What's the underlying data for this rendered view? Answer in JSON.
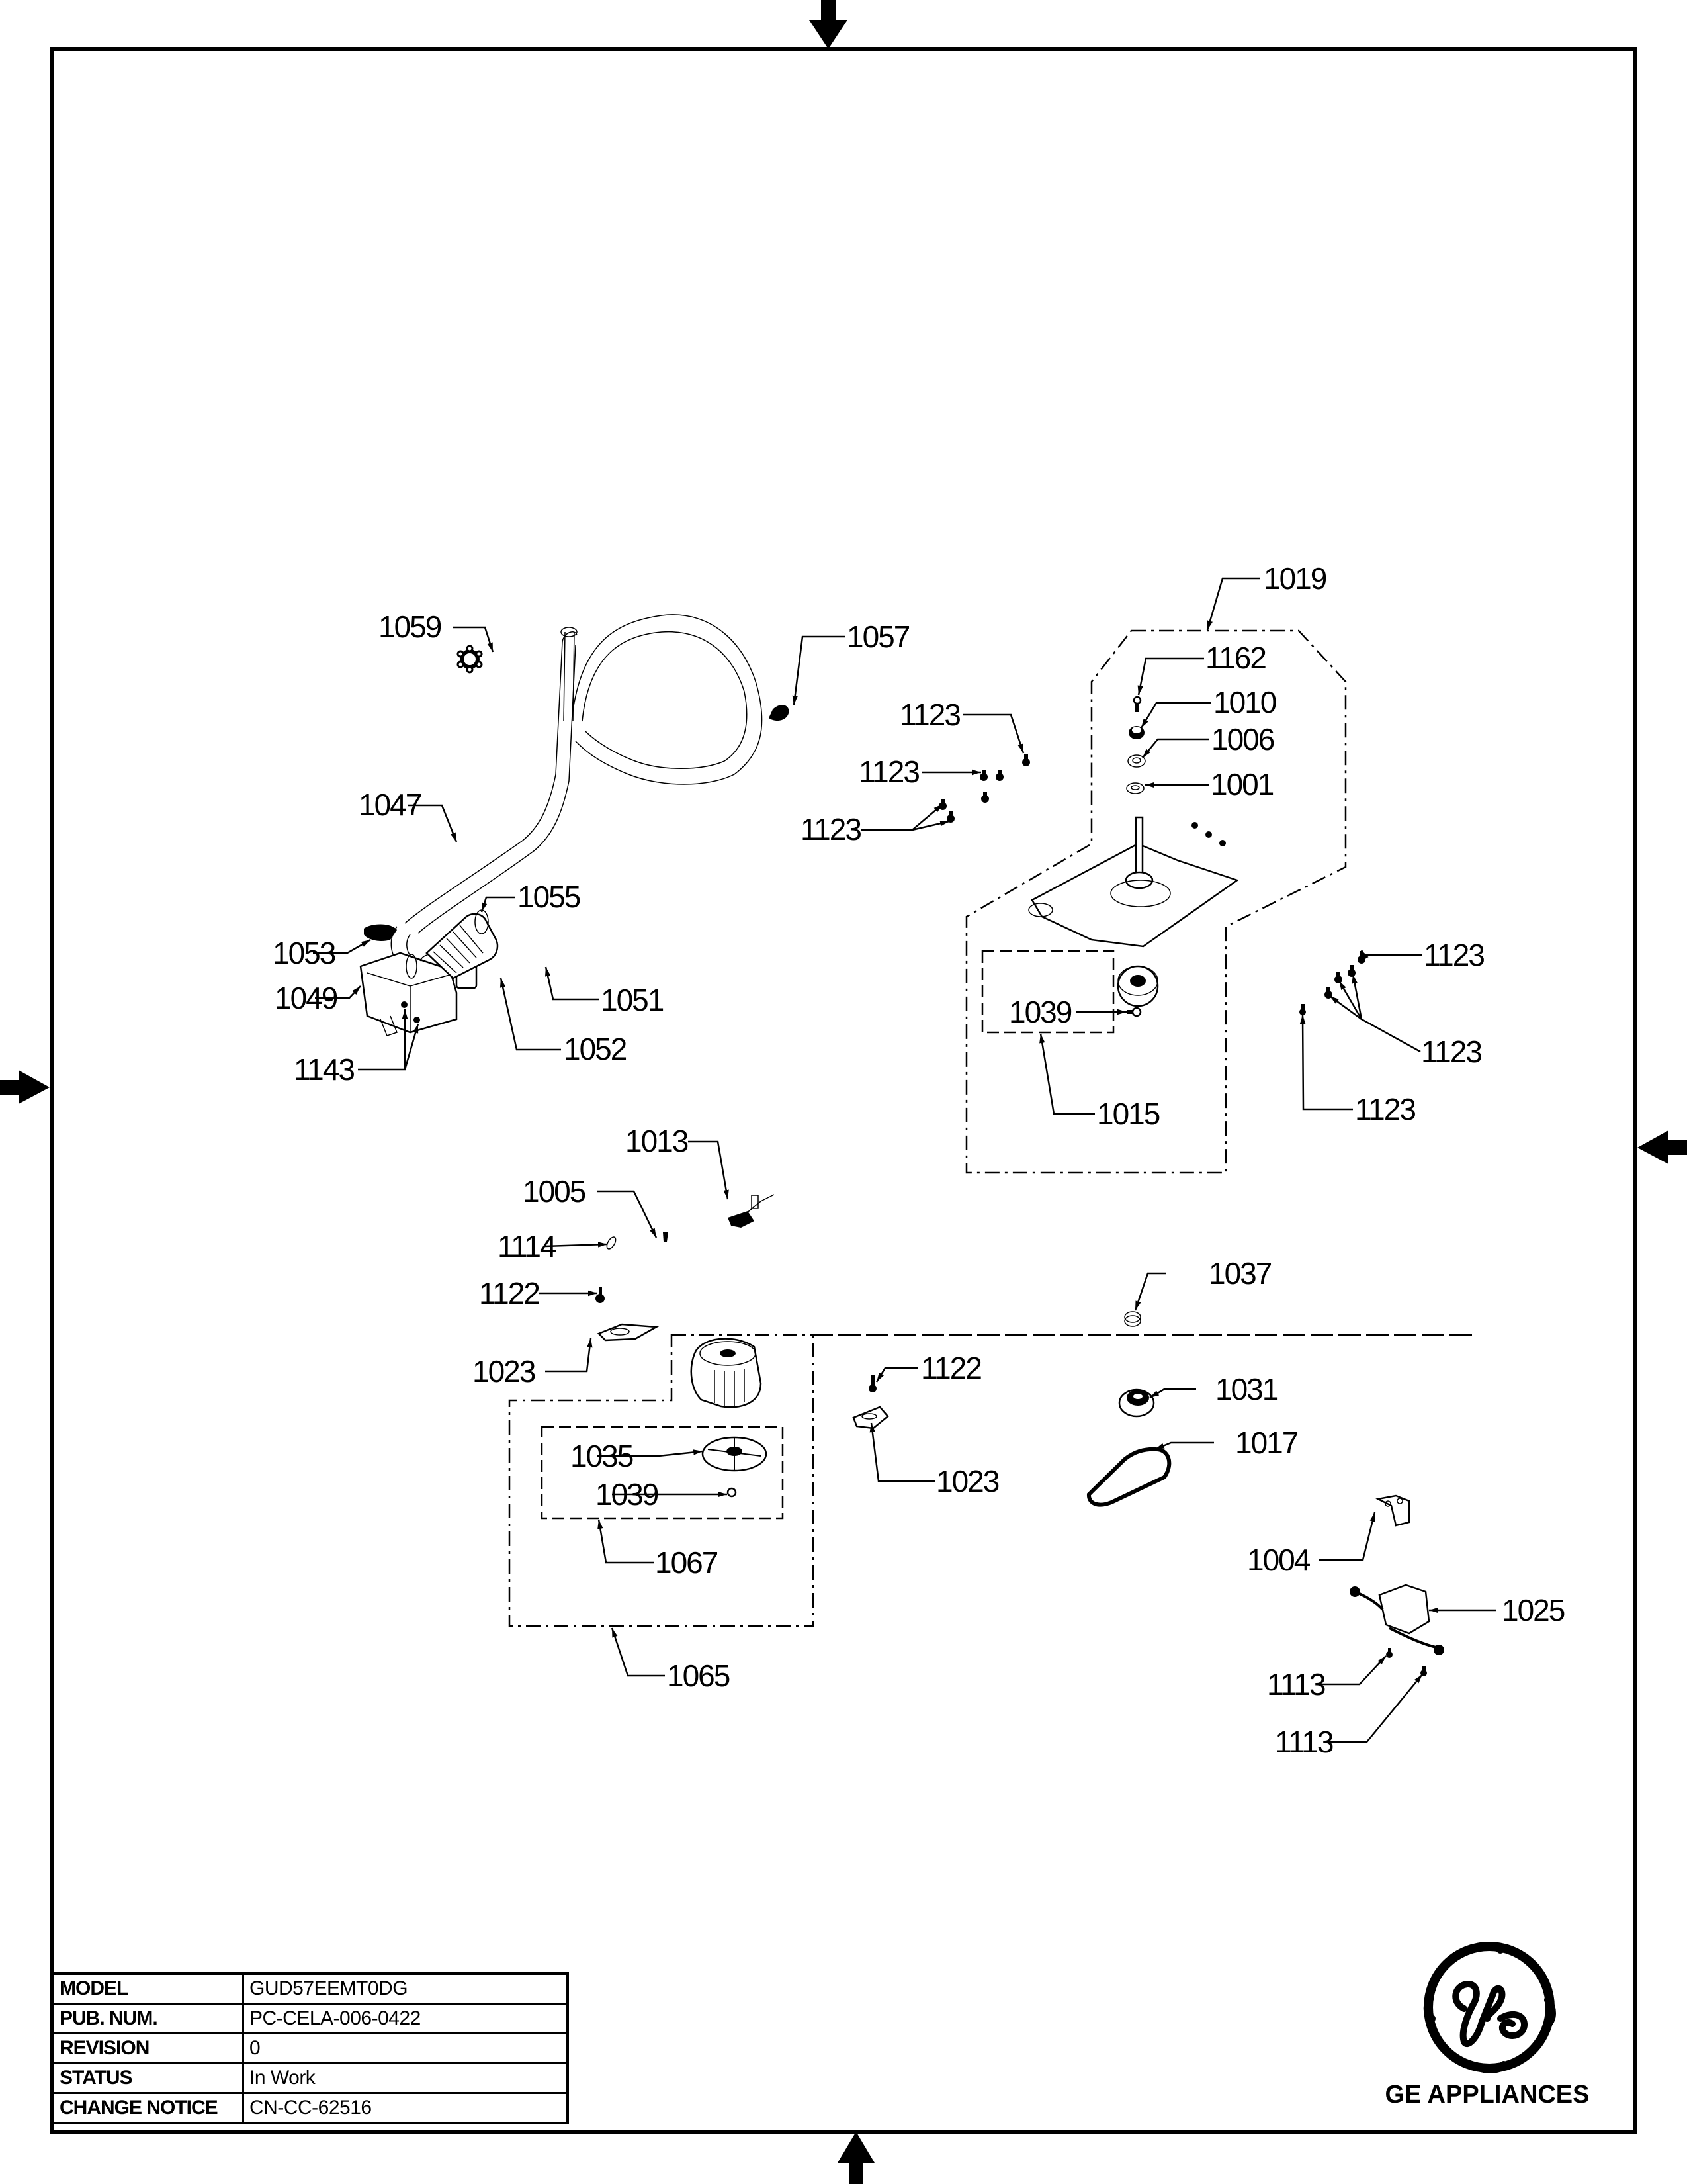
{
  "document": {
    "type": "exploded parts diagram",
    "brand": "GE APPLIANCES"
  },
  "title_block": {
    "rows": [
      {
        "label": "MODEL",
        "value": "GUD57EEMT0DG"
      },
      {
        "label": "PUB. NUM.",
        "value": "PC-CELA-006-0422"
      },
      {
        "label": "REVISION",
        "value": "0"
      },
      {
        "label": "STATUS",
        "value": "In Work"
      },
      {
        "label": "CHANGE NOTICE",
        "value": "CN-CC-62516"
      }
    ]
  },
  "callouts": [
    {
      "id": "c1019",
      "label": "1019"
    },
    {
      "id": "c1162",
      "label": "1162"
    },
    {
      "id": "c1010",
      "label": "1010"
    },
    {
      "id": "c1006",
      "label": "1006"
    },
    {
      "id": "c1001",
      "label": "1001"
    },
    {
      "id": "c1059",
      "label": "1059"
    },
    {
      "id": "c1057",
      "label": "1057"
    },
    {
      "id": "c1123a",
      "label": "1123"
    },
    {
      "id": "c1123b",
      "label": "1123"
    },
    {
      "id": "c1123c",
      "label": "1123"
    },
    {
      "id": "c1047",
      "label": "1047"
    },
    {
      "id": "c1055",
      "label": "1055"
    },
    {
      "id": "c1053",
      "label": "1053"
    },
    {
      "id": "c1051",
      "label": "1051"
    },
    {
      "id": "c1049",
      "label": "1049"
    },
    {
      "id": "c1052",
      "label": "1052"
    },
    {
      "id": "c1143",
      "label": "1143"
    },
    {
      "id": "c1123d",
      "label": "1123"
    },
    {
      "id": "c1123e",
      "label": "1123"
    },
    {
      "id": "c1123f",
      "label": "1123"
    },
    {
      "id": "c1039a",
      "label": "1039"
    },
    {
      "id": "c1015",
      "label": "1015"
    },
    {
      "id": "c1013",
      "label": "1013"
    },
    {
      "id": "c1005",
      "label": "1005"
    },
    {
      "id": "c1114",
      "label": "1114"
    },
    {
      "id": "c1122a",
      "label": "1122"
    },
    {
      "id": "c1023a",
      "label": "1023"
    },
    {
      "id": "c1037",
      "label": "1037"
    },
    {
      "id": "c1031",
      "label": "1031"
    },
    {
      "id": "c1017",
      "label": "1017"
    },
    {
      "id": "c1122b",
      "label": "1122"
    },
    {
      "id": "c1023b",
      "label": "1023"
    },
    {
      "id": "c1035",
      "label": "1035"
    },
    {
      "id": "c1039b",
      "label": "1039"
    },
    {
      "id": "c1067",
      "label": "1067"
    },
    {
      "id": "c1065",
      "label": "1065"
    },
    {
      "id": "c1004",
      "label": "1004"
    },
    {
      "id": "c1025",
      "label": "1025"
    },
    {
      "id": "c1113a",
      "label": "1113"
    },
    {
      "id": "c1113b",
      "label": "1113"
    }
  ]
}
